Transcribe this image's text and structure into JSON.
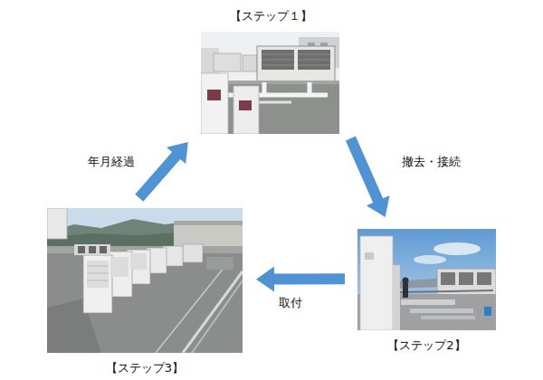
{
  "diagram": {
    "nodes": [
      {
        "text": [
          "【ステップ１】"
        ]
      },
      {
        "text": [
          "【ステップ2】"
        ]
      },
      {
        "text": [
          "【ステップ3】"
        ]
      }
    ],
    "edges": [
      {
        "from": 0,
        "to": 1,
        "label": "撤去・接続",
        "arrow": "to"
      },
      {
        "from": 1,
        "to": 2,
        "label": "取付",
        "arrow": "to"
      },
      {
        "from": 2,
        "to": 0,
        "label": "年月経過",
        "arrow": "to"
      }
    ]
  }
}
